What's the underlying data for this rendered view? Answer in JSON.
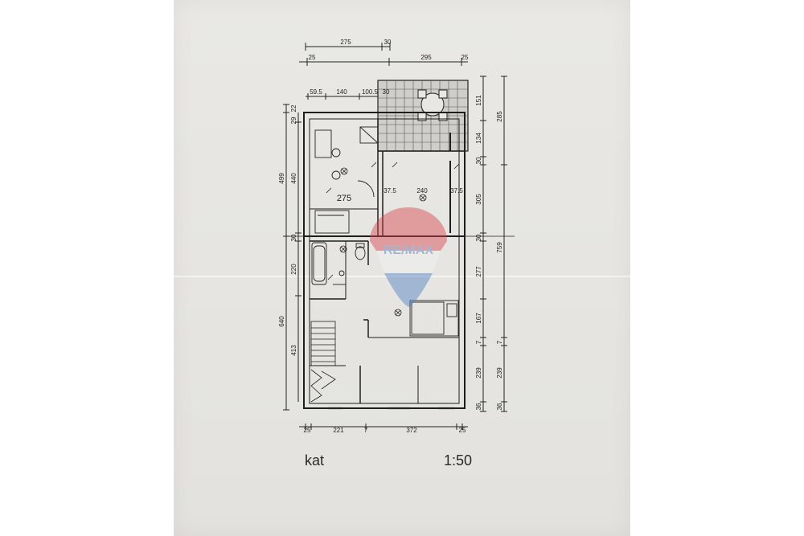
{
  "plan": {
    "caption_left": "kat",
    "caption_scale": "1:50",
    "faded_text": "",
    "room_label": "275",
    "watermark_text": "RE/MAX",
    "dims": {
      "top1_a": "275",
      "top1_b": "30",
      "top2_a": "25",
      "top2_b": "295",
      "top2_c": "25",
      "top3_a": "59.5",
      "top3_b": "140",
      "top3_c": "100.5",
      "top3_d": "30",
      "left_a": "22",
      "left_b": "29",
      "left_c": "499",
      "left_d": "440",
      "left_e": "30",
      "left_f": "220",
      "left_g": "640",
      "left_h": "413",
      "mid_a": "37.5",
      "mid_b": "240",
      "mid_c": "37.5",
      "right_a": "151",
      "right_b": "134",
      "right_c": "285",
      "right_d": "30",
      "right_e": "305",
      "right_f": "30",
      "right_g": "759",
      "right_h": "277",
      "right_i": "167",
      "right_j": "7",
      "right_k": "7",
      "right_l": "239",
      "right_m": "239",
      "right_n": "36",
      "right_o": "36",
      "bot_a": "25",
      "bot_b": "221",
      "bot_c": "7",
      "bot_d": "372",
      "bot_e": "25"
    }
  }
}
